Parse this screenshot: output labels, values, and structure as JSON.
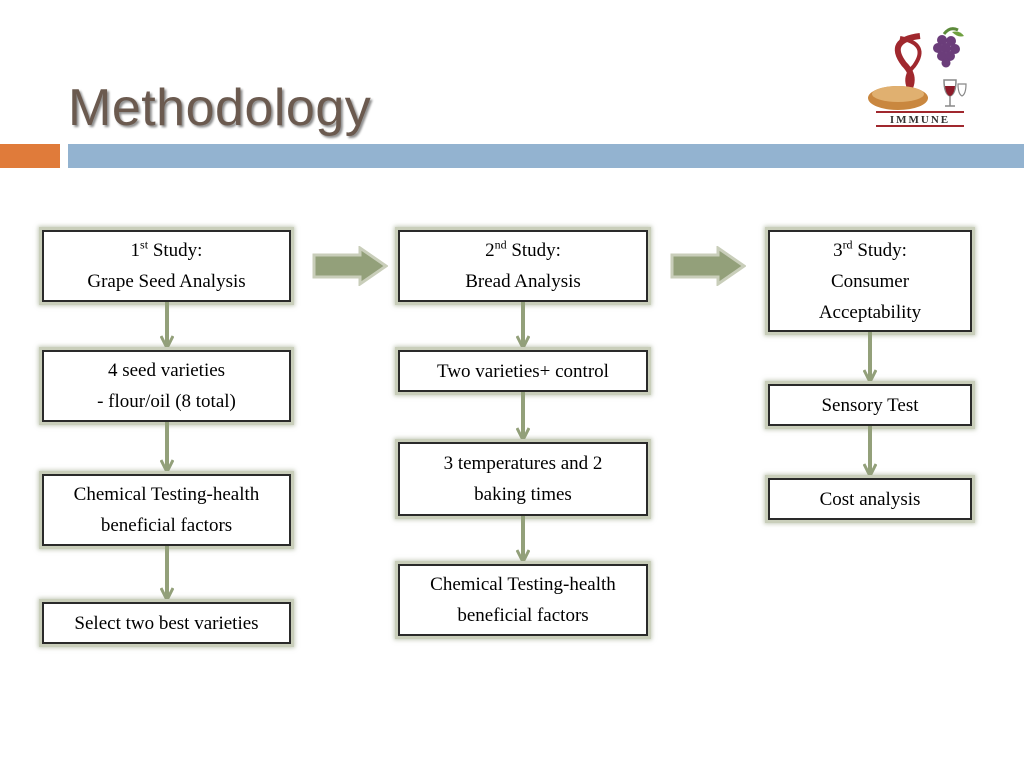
{
  "slide": {
    "title": "Methodology",
    "colors": {
      "title": "#6b5a4f",
      "accent_orange": "#e07b3a",
      "accent_blue": "#93b3d0",
      "arrow_fill": "#93a07a"
    },
    "logo": {
      "text": "IMMUNE",
      "icon": "grape-bread-wine-logo"
    }
  },
  "columns": [
    {
      "study_ordinal": "1",
      "study_suffix": "st",
      "study_word": "Study:",
      "study_name": "Grape Seed Analysis",
      "steps": [
        {
          "line1": "4 seed varieties",
          "line2": "- flour/oil (8 total)"
        },
        {
          "line1": "Chemical Testing-health",
          "line2": "beneficial factors"
        },
        {
          "line1": "Select two best varieties"
        }
      ]
    },
    {
      "study_ordinal": "2",
      "study_suffix": "nd",
      "study_word": "Study:",
      "study_name": "Bread Analysis",
      "steps": [
        {
          "line1": "Two varieties+ control"
        },
        {
          "line1": "3 temperatures and 2",
          "line2": "baking times"
        },
        {
          "line1": "Chemical Testing-health",
          "line2": "beneficial factors"
        }
      ]
    },
    {
      "study_ordinal": "3",
      "study_suffix": "rd",
      "study_word": "Study:",
      "study_name_line1": "Consumer",
      "study_name_line2": "Acceptability",
      "steps": [
        {
          "line1": "Sensory Test"
        },
        {
          "line1": "Cost analysis"
        }
      ]
    }
  ]
}
